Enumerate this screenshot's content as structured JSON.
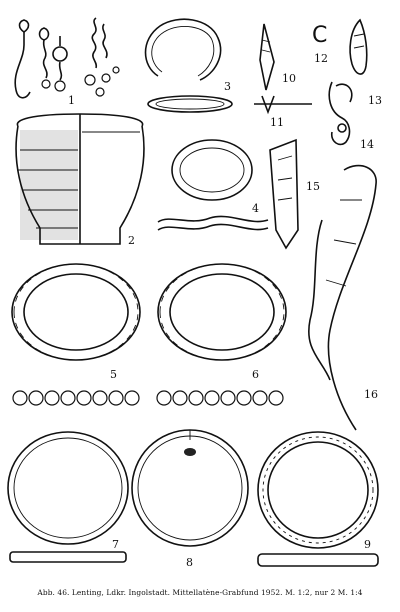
{
  "figure": {
    "caption": "Abb. 46. Lenting, Ldkr. Ingolstadt. Mittellatène-Grabfund 1952. M. 1:2, nur 2 M. 1:4",
    "labels": {
      "n1": "1",
      "n2": "2",
      "n3": "3",
      "n4": "4",
      "n5": "5",
      "n6": "6",
      "n7": "7",
      "n8": "8",
      "n9": "9",
      "n10": "10",
      "n11": "11",
      "n12": "12",
      "n13": "13",
      "n14": "14",
      "n15": "15",
      "n16": "16"
    },
    "small_ring_mark": "C"
  }
}
